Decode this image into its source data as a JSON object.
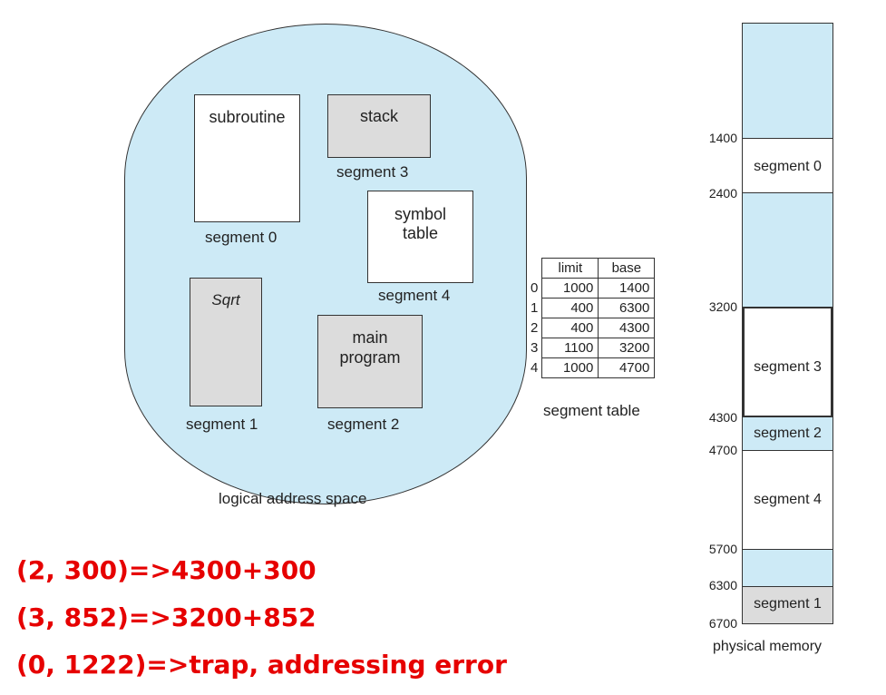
{
  "logical_space": {
    "label": "logical address space",
    "subroutine_box": {
      "text": "subroutine",
      "label": "segment 0"
    },
    "stack_box": {
      "text": "stack",
      "label": "segment 3"
    },
    "symbol_box": {
      "text_line1": "symbol",
      "text_line2": "table",
      "label": "segment 4"
    },
    "sqrt_box": {
      "text": "Sqrt",
      "label": "segment 1"
    },
    "main_box": {
      "text_line1": "main",
      "text_line2": "program",
      "label": "segment 2"
    }
  },
  "segment_table": {
    "title": "segment table",
    "headers": [
      "limit",
      "base"
    ],
    "rows": [
      {
        "index": "0",
        "limit": "1000",
        "base": "1400"
      },
      {
        "index": "1",
        "limit": "400",
        "base": "6300"
      },
      {
        "index": "2",
        "limit": "400",
        "base": "4300"
      },
      {
        "index": "3",
        "limit": "1100",
        "base": "3200"
      },
      {
        "index": "4",
        "limit": "1000",
        "base": "4700"
      }
    ]
  },
  "physical_memory": {
    "title": "physical memory",
    "addresses": [
      "1400",
      "2400",
      "3200",
      "4300",
      "4700",
      "5700",
      "6300",
      "6700"
    ],
    "segments": [
      "segment 0",
      "segment 3",
      "segment 2",
      "segment 4",
      "segment 1"
    ]
  },
  "calculations": [
    "(2, 300)=>4300+300",
    "(3, 852)=>3200+852",
    "(0, 1222)=>trap, addressing error"
  ],
  "colors": {
    "light_blue": "#cdeaf6",
    "gray": "#dcdcdc",
    "red": "#e60000"
  }
}
